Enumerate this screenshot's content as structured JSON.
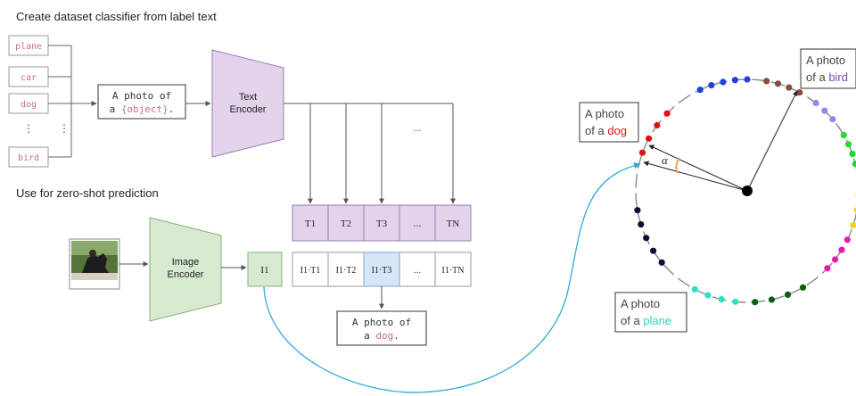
{
  "headings": {
    "create": "Create dataset classifier from label text",
    "use": "Use for zero-shot prediction"
  },
  "labels": [
    "plane",
    "car",
    "dog",
    "bird"
  ],
  "ellipsis_vertical": "⋮",
  "prompt": {
    "prefix": "A photo of",
    "a_word": "a",
    "placeholder": "{object}",
    "period": "."
  },
  "text_encoder": {
    "line1": "Text",
    "line2": "Encoder"
  },
  "image_encoder": {
    "line1": "Image",
    "line2": "Encoder"
  },
  "ellipsis": "...",
  "text_embeddings": [
    "T1",
    "T2",
    "T3",
    "...",
    "TN"
  ],
  "image_embedding": "I1",
  "dot_products": [
    "I1·T1",
    "I1·T2",
    "I1·T3",
    "...",
    "I1·TN"
  ],
  "result": {
    "line1": "A photo of",
    "a_word": "a",
    "object": "dog",
    "period": "."
  },
  "callouts": {
    "dog": {
      "line1": "A photo",
      "line2_prefix": "of a",
      "word": "dog",
      "color": "#e4141b"
    },
    "bird": {
      "line1": "A photo",
      "line2_prefix": "of a",
      "word": "bird",
      "color": "#7b4ea1"
    },
    "plane": {
      "line1": "A photo",
      "line2_prefix": "of a",
      "word": "plane",
      "color": "#25d6c4"
    }
  },
  "angle_symbol": "α",
  "colors": {
    "label_text": "#c46b9a",
    "text_encoder_fill": "#e2d3eb",
    "text_encoder_stroke": "#9b7bb4",
    "image_encoder_fill": "#d6ead1",
    "image_encoder_stroke": "#88b07c",
    "highlight_cell": "#d7e6f7",
    "curve": "#2eaadc",
    "angle_arc": "#f0a04b"
  }
}
